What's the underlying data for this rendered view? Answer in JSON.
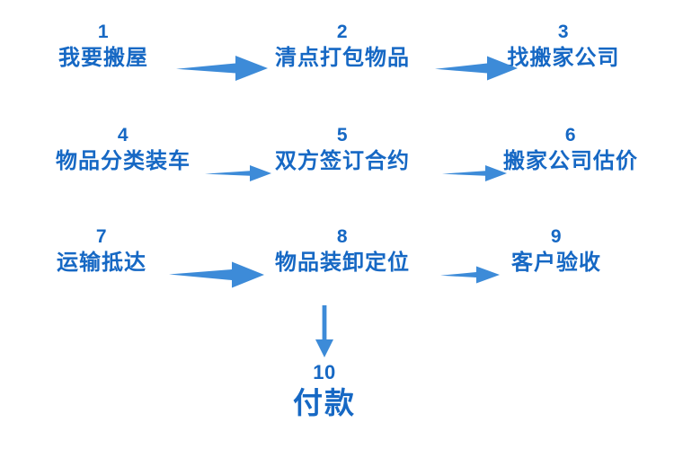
{
  "diagram": {
    "title_text": "",
    "colors": {
      "text_blue": "#1668c4",
      "arrow_blue": "#3d8bd8",
      "background": "#ffffff"
    },
    "rows": [
      {
        "steps": [
          {
            "number": "1",
            "label": "我要搬屋"
          },
          {
            "number": "2",
            "label": "清点打包物品"
          },
          {
            "number": "3",
            "label": "找搬家公司"
          }
        ]
      },
      {
        "steps": [
          {
            "number": "4",
            "label": "物品分类装车"
          },
          {
            "number": "5",
            "label": "双方签订合约"
          },
          {
            "number": "6",
            "label": "搬家公司估价"
          }
        ]
      },
      {
        "steps": [
          {
            "number": "7",
            "label": "运输抵达"
          },
          {
            "number": "8",
            "label": "物品装卸定位"
          },
          {
            "number": "9",
            "label": "客户验收"
          }
        ]
      }
    ],
    "final_step": {
      "number": "10",
      "label": "付款"
    },
    "arrows": [
      {
        "name": "arrow-step1-to-step2",
        "direction": "right"
      },
      {
        "name": "arrow-step2-to-step3",
        "direction": "right"
      },
      {
        "name": "arrow-step4-to-step5",
        "direction": "right"
      },
      {
        "name": "arrow-step5-to-step6",
        "direction": "right"
      },
      {
        "name": "arrow-step7-to-step8",
        "direction": "right"
      },
      {
        "name": "arrow-step8-to-step9",
        "direction": "right"
      },
      {
        "name": "arrow-step8-to-step10",
        "direction": "down"
      }
    ]
  }
}
